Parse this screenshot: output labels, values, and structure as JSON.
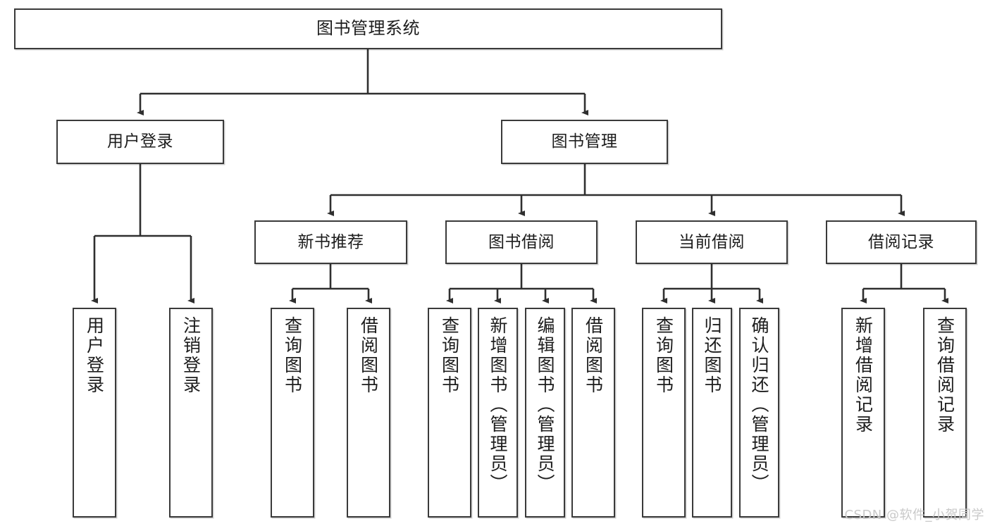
{
  "diagram": {
    "type": "tree",
    "title": "图书管理系统",
    "root": {
      "label": "图书管理系统"
    },
    "level2": [
      {
        "label": "用户登录"
      },
      {
        "label": "图书管理"
      }
    ],
    "level3": [
      {
        "label": "新书推荐"
      },
      {
        "label": "图书借阅"
      },
      {
        "label": "当前借阅"
      },
      {
        "label": "借阅记录"
      }
    ],
    "leaves": {
      "user_login": [
        {
          "label": "用户登录"
        },
        {
          "label": "注销登录"
        }
      ],
      "new_book_recommend": [
        {
          "label": "查询图书"
        },
        {
          "label": "借阅图书"
        }
      ],
      "book_borrow": [
        {
          "label": "查询图书"
        },
        {
          "label": "新增图书（管理员）"
        },
        {
          "label": "编辑图书（管理员）"
        },
        {
          "label": "借阅图书"
        }
      ],
      "current_borrow": [
        {
          "label": "查询图书"
        },
        {
          "label": "归还图书"
        },
        {
          "label": "确认归还（管理员）"
        }
      ],
      "borrow_record": [
        {
          "label": "新增借阅记录"
        },
        {
          "label": "查询借阅记录"
        }
      ]
    }
  },
  "colors": {
    "box_border": "#3a3a3a",
    "box_fill": "#ffffff",
    "text": "#1d1d1d",
    "connector": "#2f2f2f",
    "watermark": "#c9c9c9"
  },
  "watermark": {
    "text": "CSDN @软件_小贺同学"
  }
}
